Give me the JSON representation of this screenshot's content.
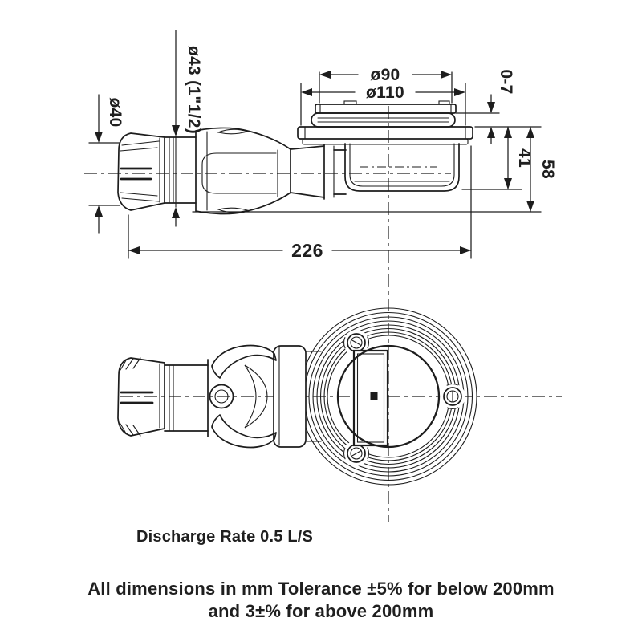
{
  "drawing": {
    "dimensions": {
      "outlet_diameter": "ø40",
      "pipe_diameter": "ø43 (1\"1/2)",
      "grate_diameter": "ø90",
      "flange_diameter": "ø110",
      "tile_adjustment": "0-7",
      "trap_depth": "41",
      "total_height": "58",
      "overall_length": "226"
    },
    "notes": {
      "discharge_rate": "Discharge Rate 0.5 L/S",
      "tolerance_line1": "All dimensions in mm Tolerance ±5% for below 200mm",
      "tolerance_line2": "and 3±% for above 200mm"
    },
    "colors": {
      "line": "#1d1d1d",
      "background": "#ffffff",
      "text": "#1f1f1f"
    }
  }
}
